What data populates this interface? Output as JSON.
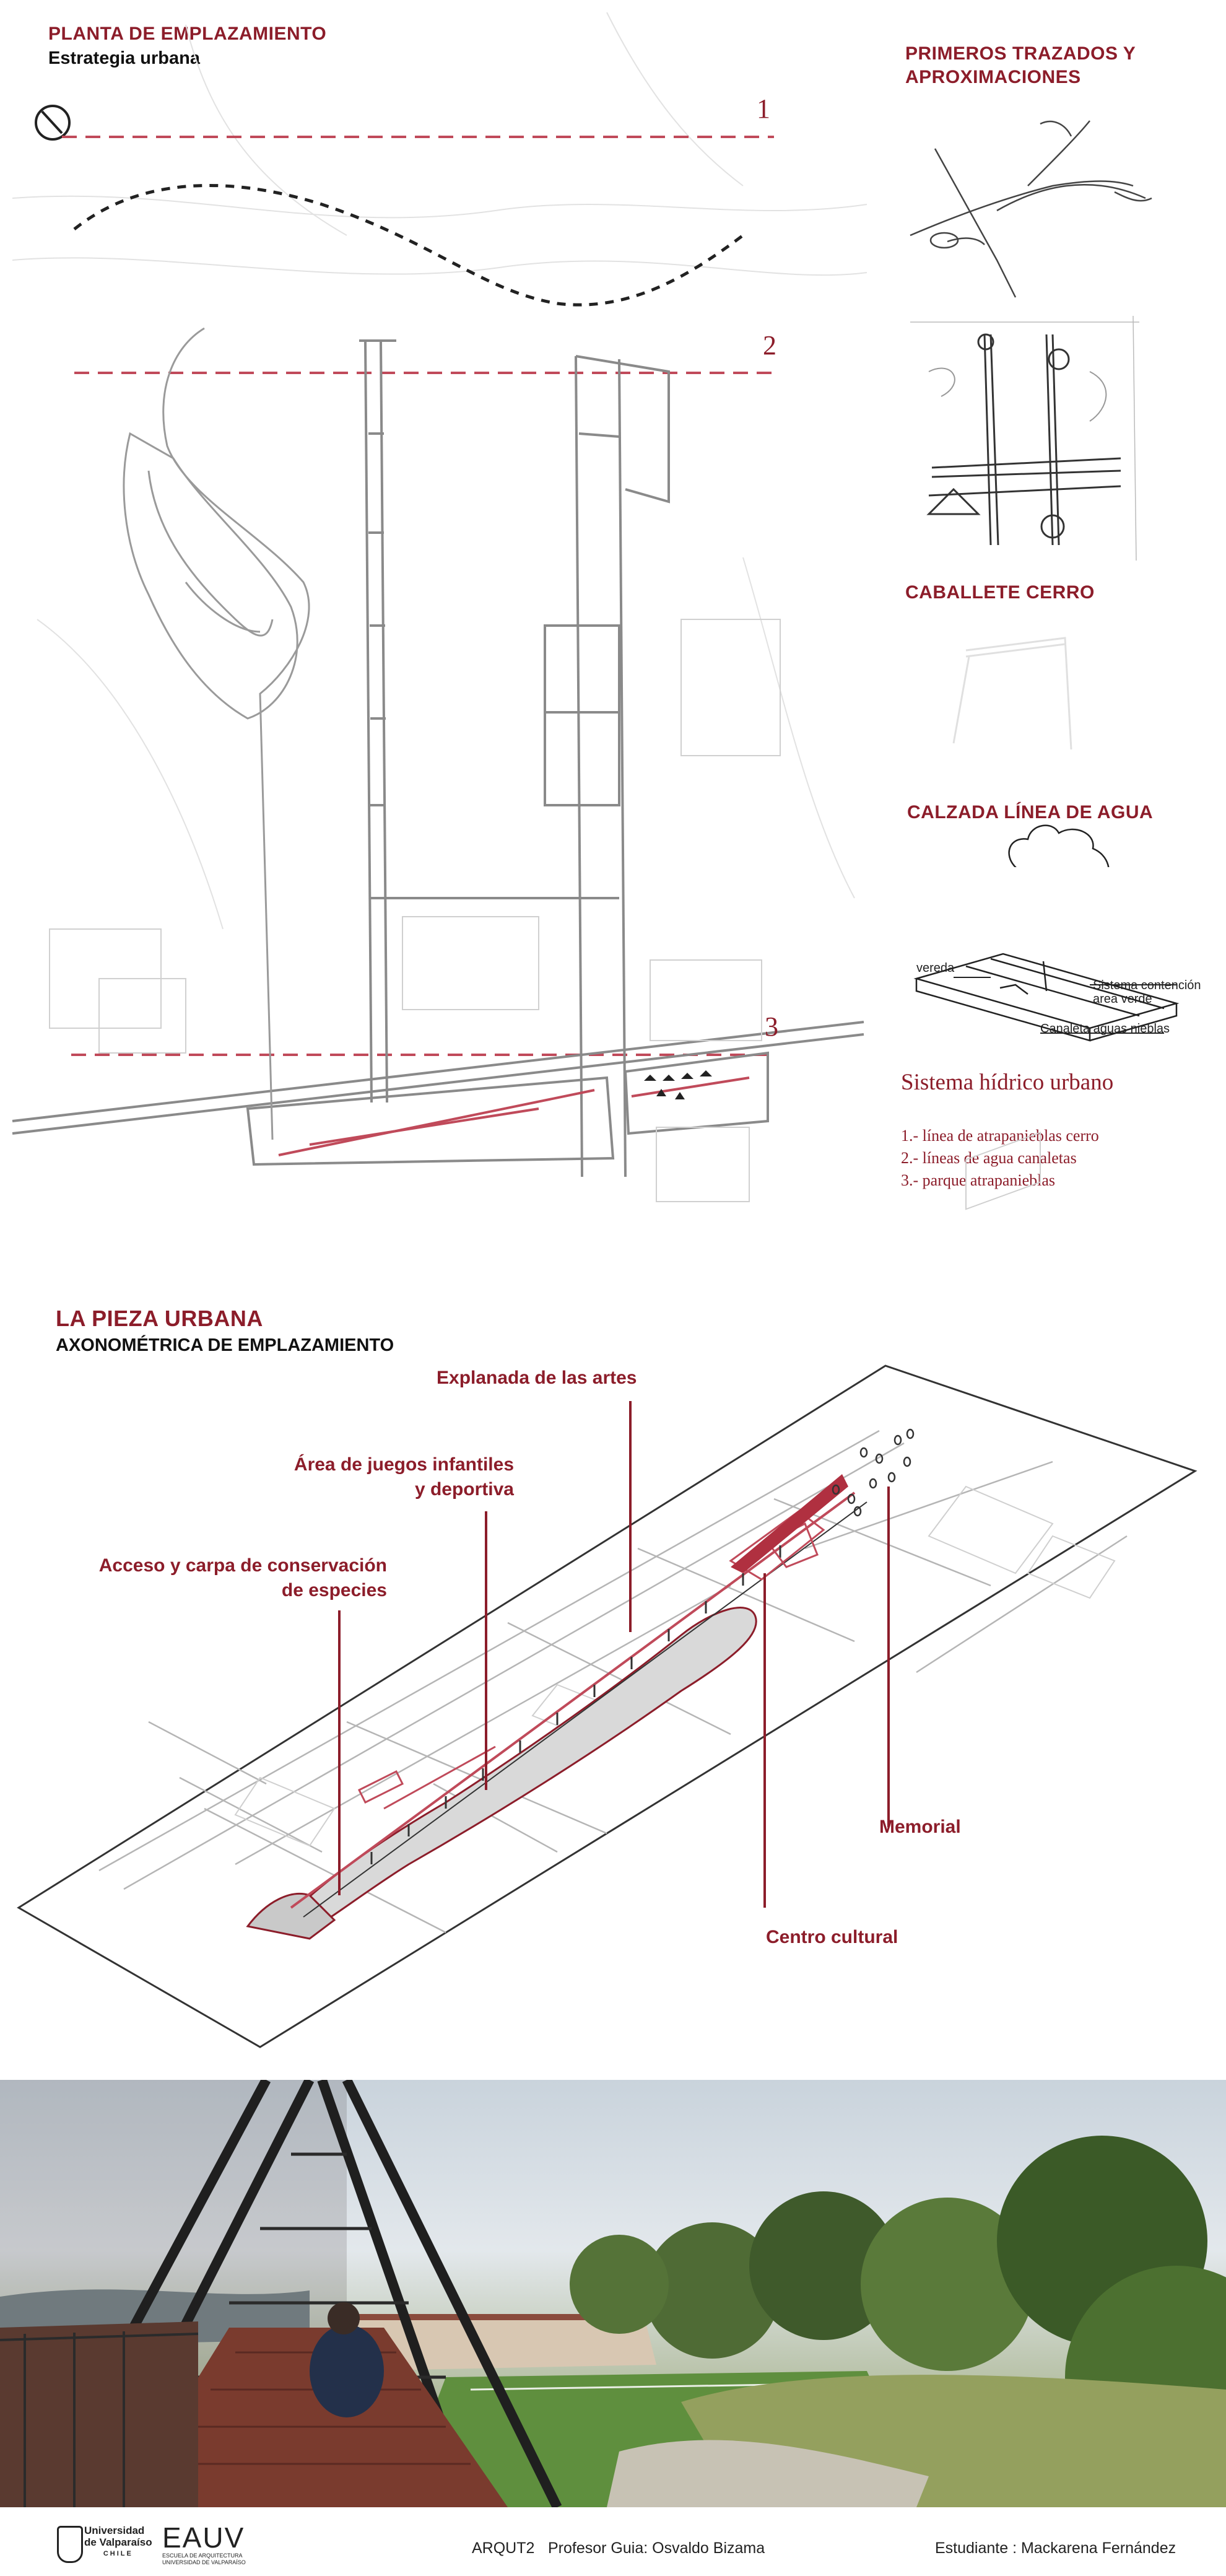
{
  "section1": {
    "title": "PLANTA DE EMPLAZAMIENTO",
    "subtitle": "Estrategia urbana",
    "markers": [
      "1",
      "2",
      "3"
    ]
  },
  "side": {
    "sketch_title_line1": "PRIMEROS TRAZADOS Y",
    "sketch_title_line2": "APROXIMACIONES",
    "caballete_title": "CABALLETE CERRO",
    "calzada_title": "CALZADA LÍNEA DE AGUA",
    "calzada_labels": {
      "vereda": "vereda",
      "sistema_line1": "Sistema contención",
      "sistema_line2": "area verde",
      "canaleta": "Canaleta aguas nieblas"
    },
    "hidrico_title": "Sistema hídrico urbano",
    "hidrico_items": [
      "1.- línea de atrapanieblas cerro",
      "2.- líneas de agua canaletas",
      "3.- parque atrapanieblas"
    ]
  },
  "section2": {
    "title": "LA PIEZA URBANA",
    "subtitle": "AXONOMÉTRICA DE EMPLAZAMIENTO",
    "callouts": {
      "explanada": "Explanada de las artes",
      "area_line1": "Área de juegos infantiles",
      "area_line2": "y deportiva",
      "acceso_line1": "Acceso y carpa de conservación",
      "acceso_line2": "de especies",
      "memorial": "Memorial",
      "centro": "Centro cultural"
    }
  },
  "footer": {
    "univ_line1": "Universidad",
    "univ_line2": "de Valparaíso",
    "univ_line3": "CHILE",
    "eauv": "EAUV",
    "eauv_sub1": "ESCUELA DE ARQUITECTURA",
    "eauv_sub2": "UNIVERSIDAD DE VALPARAÍSO",
    "course": "ARQUT2",
    "profesor": "Profesor Guia:  Osvaldo Bizama",
    "estudiante": "Estudiante : Mackarena Fernández"
  },
  "colors": {
    "accent": "#8c1d2a",
    "dashed_red": "#c04a5a",
    "line_gray": "#9a9a9a"
  }
}
